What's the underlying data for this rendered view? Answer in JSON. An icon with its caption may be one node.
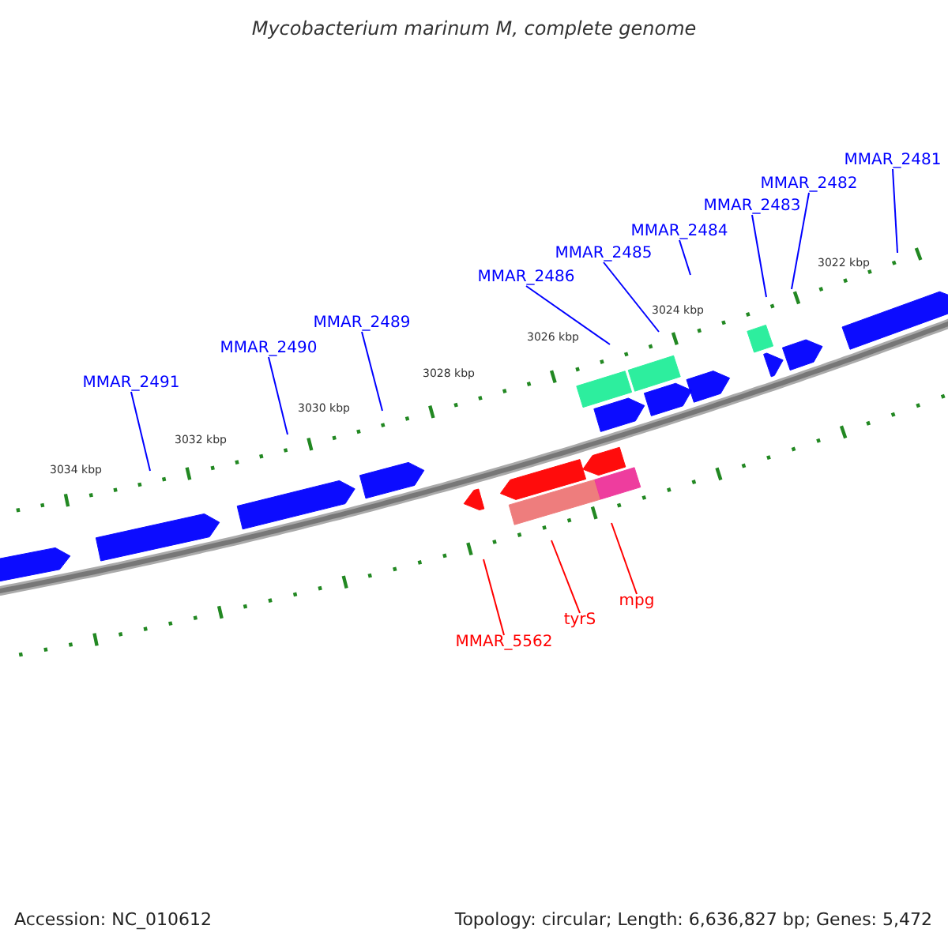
{
  "diagram": {
    "title": "Mycobacterium marinum M, complete genome",
    "nodes": [
      {
        "text": [
          "MMAR_2491"
        ]
      },
      {
        "text": [
          "MMAR_2490"
        ]
      },
      {
        "text": [
          "MMAR_2489"
        ]
      },
      {
        "text": [
          "MMAR_2486"
        ]
      },
      {
        "text": [
          "MMAR_2485"
        ]
      },
      {
        "text": [
          "MMAR_2484"
        ]
      },
      {
        "text": [
          "MMAR_2483"
        ]
      },
      {
        "text": [
          "MMAR_2482"
        ]
      },
      {
        "text": [
          "MMAR_2481"
        ]
      },
      {
        "text": [
          "MMAR_5562"
        ]
      },
      {
        "text": [
          "tyrS"
        ]
      },
      {
        "text": [
          "mpg"
        ]
      }
    ],
    "edges": [
      {
        "from": 0,
        "to": null,
        "arrow": "none"
      },
      {
        "from": 1,
        "to": null,
        "arrow": "none"
      },
      {
        "from": 2,
        "to": null,
        "arrow": "none"
      },
      {
        "from": 3,
        "to": null,
        "arrow": "none"
      },
      {
        "from": 4,
        "to": null,
        "arrow": "none"
      },
      {
        "from": 5,
        "to": null,
        "arrow": "none"
      },
      {
        "from": 6,
        "to": null,
        "arrow": "none"
      },
      {
        "from": 7,
        "to": null,
        "arrow": "none"
      },
      {
        "from": 8,
        "to": null,
        "arrow": "none"
      },
      {
        "from": 9,
        "to": null,
        "arrow": "none",
        "color": "#ff0000"
      },
      {
        "from": 10,
        "to": null,
        "arrow": "none",
        "color": "#ff0000"
      },
      {
        "from": 11,
        "to": null,
        "arrow": "none",
        "color": "#ff0000"
      }
    ],
    "labels": [
      "3034 kbp",
      "3032 kbp",
      "3030 kbp",
      "3028 kbp",
      "3026 kbp",
      "3024 kbp",
      "3022 kbp",
      "Accession: NC_010612",
      "Topology: circular; Length: 6,636,827 bp; Genes: 5,472"
    ]
  }
}
